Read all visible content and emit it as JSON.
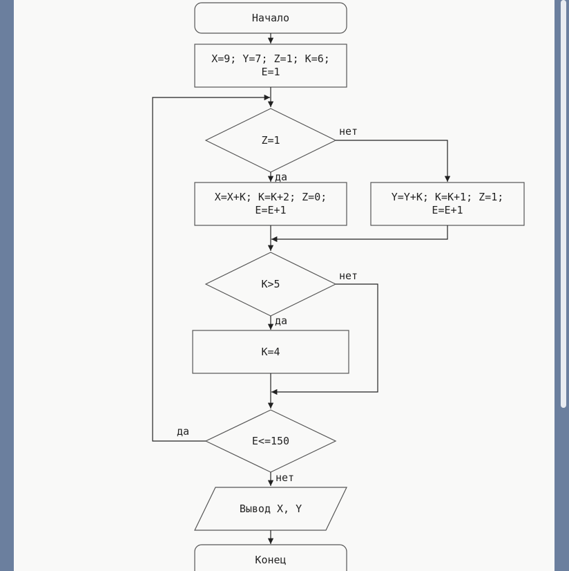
{
  "flowchart": {
    "start": "Начало",
    "init_line1": "X=9; Y=7; Z=1; K=6;",
    "init_line2": "E=1",
    "cond1": "Z=1",
    "cond1_no": "нет",
    "cond1_yes": "да",
    "proc_yes_line1": "X=X+K; K=K+2; Z=0;",
    "proc_yes_line2": "E=E+1",
    "proc_no_line1": "Y=Y+K; K=K+1; Z=1;",
    "proc_no_line2": "E=E+1",
    "cond2": "K>5",
    "cond2_no": "нет",
    "cond2_yes": "да",
    "proc_k": "K=4",
    "cond3": "E<=150",
    "cond3_yes": "да",
    "cond3_no": "нет",
    "output": "Вывод X, Y",
    "end": "Конец"
  },
  "colors": {
    "background": "#f9f9f8",
    "frame": "#6b7f9e",
    "stroke": "#555555"
  }
}
